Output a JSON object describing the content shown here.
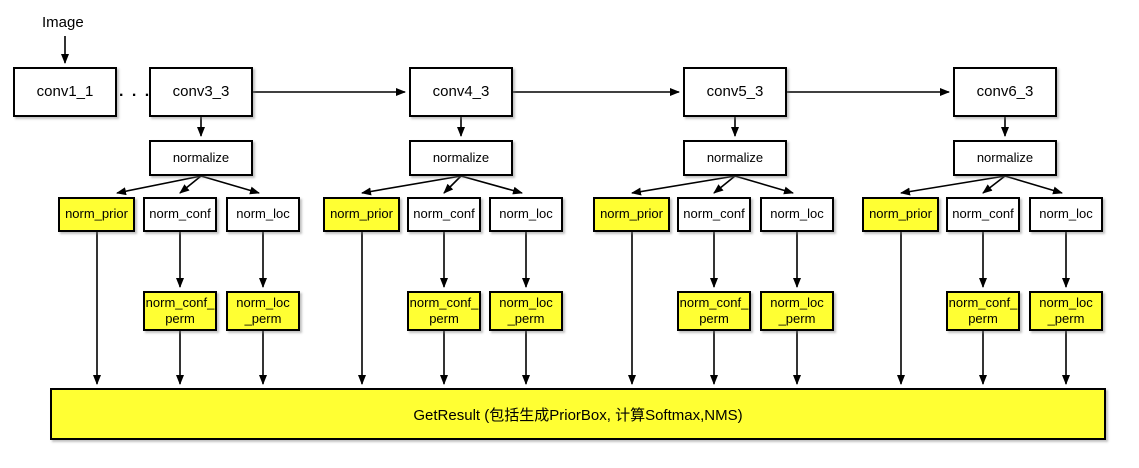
{
  "diagram": {
    "input_label": "Image",
    "ellipsis": ". . .",
    "conv_layers": [
      "conv1_1",
      "conv3_3",
      "conv4_3",
      "conv5_3",
      "conv6_3"
    ],
    "groups": [
      {
        "normalize": "normalize",
        "prior": "norm_prior",
        "conf": "norm_conf",
        "loc": "norm_loc",
        "conf_perm": "norm_conf_\nperm",
        "loc_perm": "norm_loc\n_perm"
      },
      {
        "normalize": "normalize",
        "prior": "norm_prior",
        "conf": "norm_conf",
        "loc": "norm_loc",
        "conf_perm": "norm_conf_\nperm",
        "loc_perm": "norm_loc\n_perm"
      },
      {
        "normalize": "normalize",
        "prior": "norm_prior",
        "conf": "norm_conf",
        "loc": "norm_loc",
        "conf_perm": "norm_conf_\nperm",
        "loc_perm": "norm_loc\n_perm"
      },
      {
        "normalize": "normalize",
        "prior": "norm_prior",
        "conf": "norm_conf",
        "loc": "norm_loc",
        "conf_perm": "norm_conf_\nperm",
        "loc_perm": "norm_loc\n_perm"
      }
    ],
    "result_label": "GetResult (包括生成PriorBox, 计算Softmax,NMS)",
    "colors": {
      "highlight": "#FFFF33",
      "node_fill": "#FFFFFF",
      "node_border": "#000000",
      "text": "#000000",
      "background": "#FFFFFF"
    }
  }
}
